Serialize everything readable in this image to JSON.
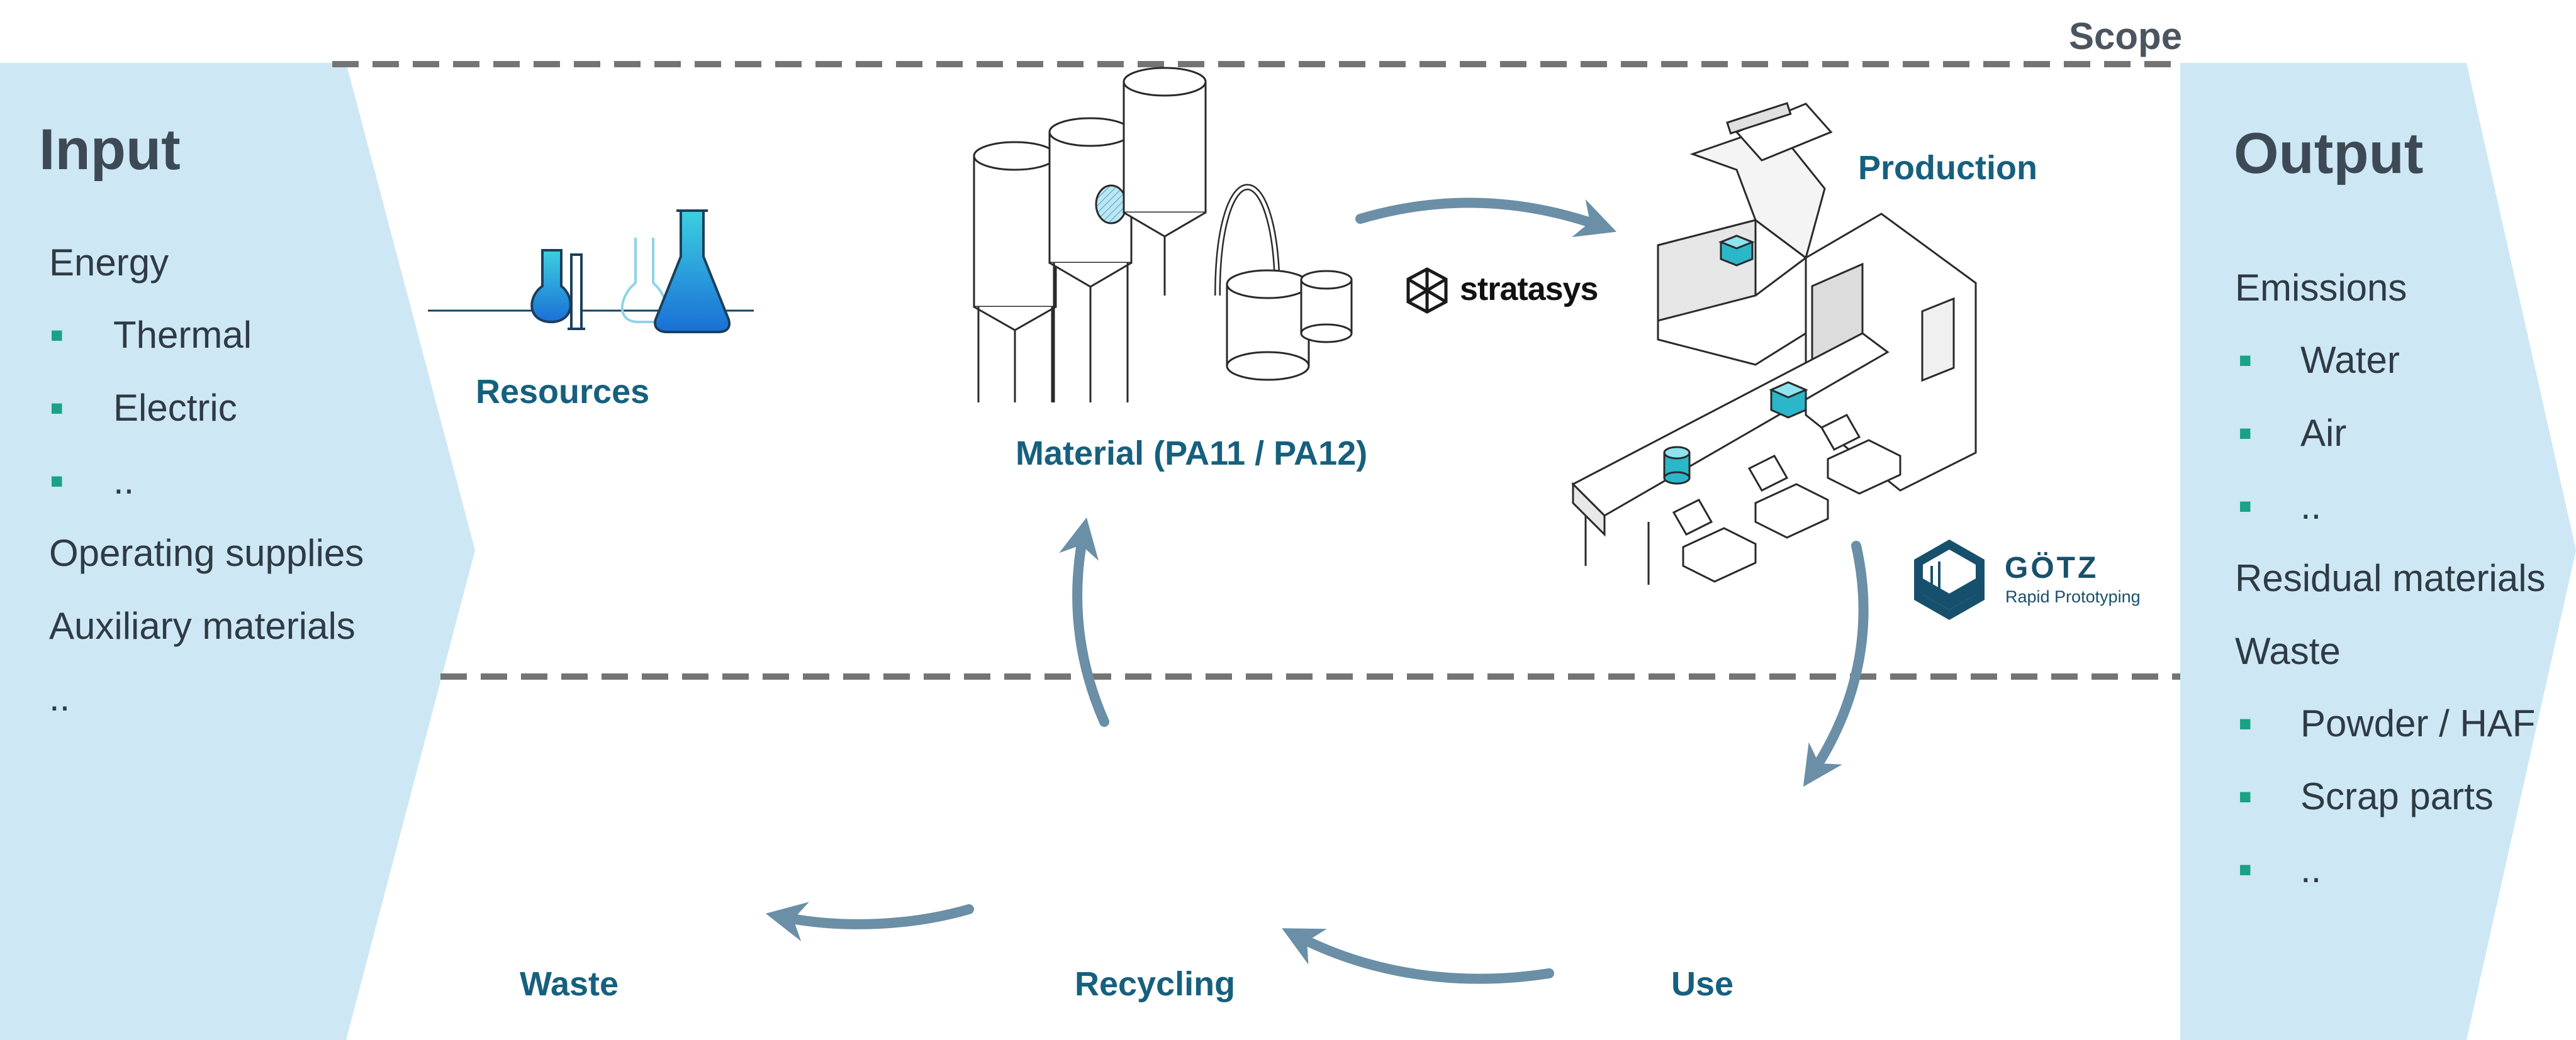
{
  "scope": {
    "label": "Scope"
  },
  "input": {
    "title": "Input",
    "items": [
      {
        "text": "Energy",
        "bullet": false
      },
      {
        "text": "Thermal",
        "bullet": true
      },
      {
        "text": "Electric",
        "bullet": true
      },
      {
        "text": "..",
        "bullet": true
      },
      {
        "text": "Operating supplies",
        "bullet": false
      },
      {
        "text": "Auxiliary materials",
        "bullet": false
      },
      {
        "text": "..",
        "bullet": false
      }
    ]
  },
  "output": {
    "title": "Output",
    "items": [
      {
        "text": "Emissions",
        "bullet": false
      },
      {
        "text": "Water",
        "bullet": true
      },
      {
        "text": "Air",
        "bullet": true
      },
      {
        "text": "..",
        "bullet": true
      },
      {
        "text": "Residual materials",
        "bullet": false
      },
      {
        "text": "Waste",
        "bullet": false
      },
      {
        "text": "Powder / HAF",
        "bullet": true
      },
      {
        "text": "Scrap parts",
        "bullet": true
      },
      {
        "text": "..",
        "bullet": true
      }
    ]
  },
  "stages": {
    "resources": "Resources",
    "material": "Material (PA11 / PA12)",
    "production": "Production",
    "use": "Use",
    "recycling": "Recycling",
    "waste": "Waste"
  },
  "logos": {
    "stratasys": "stratasys",
    "goetz_name": "GÖTZ",
    "goetz_tagline": "Rapid Prototyping"
  },
  "bullet_glyph": "■",
  "colors": {
    "panel": "#cde7f5",
    "scope_line": "#747474",
    "arrow": "#6a8fa7",
    "label": "#16607e",
    "bullet": "#1aa286",
    "heading": "#3d4a56"
  }
}
